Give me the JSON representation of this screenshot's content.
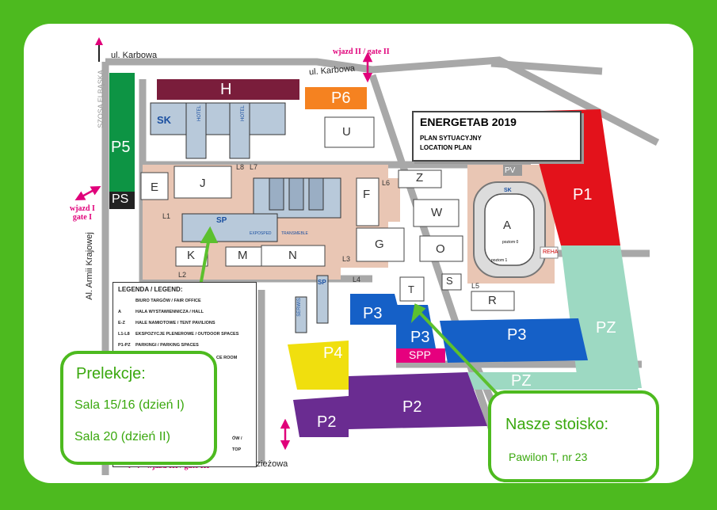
{
  "map": {
    "roads": {
      "karbowa_top": "ul. Karbowa",
      "karbowa_mid": "ul. Karbowa",
      "mlodziezowa": "ul. Młodzieżowa",
      "armii_krajowej": "Al. Armii Krajowej",
      "szosa_side": "SZOSA ELBĄSKA"
    },
    "gates": {
      "gate1": [
        "wjazd I",
        "gate I"
      ],
      "gate2": "wjazd II / gate II",
      "gate3": "wjazd III / gate III"
    },
    "title": {
      "event": "ENERGETAB 2019",
      "plan_pl": "PLAN SYTUACYJNY",
      "plan_en": "LOCATION PLAN"
    },
    "zones": {
      "H": "H",
      "P6": "P6",
      "U": "U",
      "SK": "SK",
      "P5": "P5",
      "PS": "PS",
      "E": "E",
      "J": "J",
      "K": "K",
      "M": "M",
      "N": "N",
      "SP": "SP",
      "F": "F",
      "Z": "Z",
      "W": "W",
      "G": "G",
      "O": "O",
      "S": "S",
      "T": "T",
      "R": "R",
      "A": "A",
      "PV": "PV",
      "P1": "P1",
      "PZ_right": "PZ",
      "PZ_bottom": "PZ",
      "P3_left": "P3",
      "P3_mid": "P3",
      "P3_right": "P3",
      "SPP": "SPP",
      "P4": "P4",
      "P2_left": "P2",
      "P2_right": "P2",
      "REHA": "REHA",
      "SERWIS": "SERWIS",
      "SP2": "SP",
      "HOTEL1": "HOTEL",
      "HOTEL2": "HOTEL",
      "EXPOSPED": "EXPOSPED",
      "TRANSMEBLE": "TRANSMEBLE",
      "A_sk": "SK",
      "A_poziom0": "poziom 0",
      "A_poziom1": "poziom 1"
    },
    "sections": [
      "L1",
      "L2",
      "L3",
      "L4",
      "L5",
      "L6",
      "L7",
      "L8"
    ],
    "legend": {
      "title": "LEGENDA / LEGEND:",
      "rows": [
        {
          "key": "",
          "text": "BIURO TARGÓW / FAIR OFFICE"
        },
        {
          "key": "A",
          "text": "HALA WYSTAWIENNICZA / HALL"
        },
        {
          "key": "E-Z",
          "text": "HALE NAMIOTOWE / TENT PAVILIONS"
        },
        {
          "key": "L1-L8",
          "text": "EKSPOZYCJE PLENEROWE / OUTDOOR SPACES"
        },
        {
          "key": "P1-PZ",
          "text": "PARKINGI / PARKING SPACES"
        },
        {
          "key": "",
          "text": "CE ROOM"
        },
        {
          "key": "",
          "text": "ÓW /"
        },
        {
          "key": "",
          "text": "TOP"
        }
      ]
    },
    "colors": {
      "background": "#4dba1f",
      "P1": "#e3121b",
      "PZ": "#9dd9c2",
      "P3": "#1560c7",
      "SPP": "#e6007e",
      "P4": "#f0df0e",
      "P2": "#6a2c91",
      "P5": "#0d9444",
      "H": "#7a1d3b",
      "P6": "#f58220",
      "tent": "#b8c9da",
      "walkway": "#e9c6b4"
    }
  },
  "callouts": {
    "lectures": {
      "title": "Prelekcje:",
      "line1": "Sala 15/16 (dzień I)",
      "line2": "Sala 20 (dzień II)"
    },
    "stand": {
      "title": "Nasze stoisko:",
      "line1": "Pawilon T, nr 23"
    }
  }
}
